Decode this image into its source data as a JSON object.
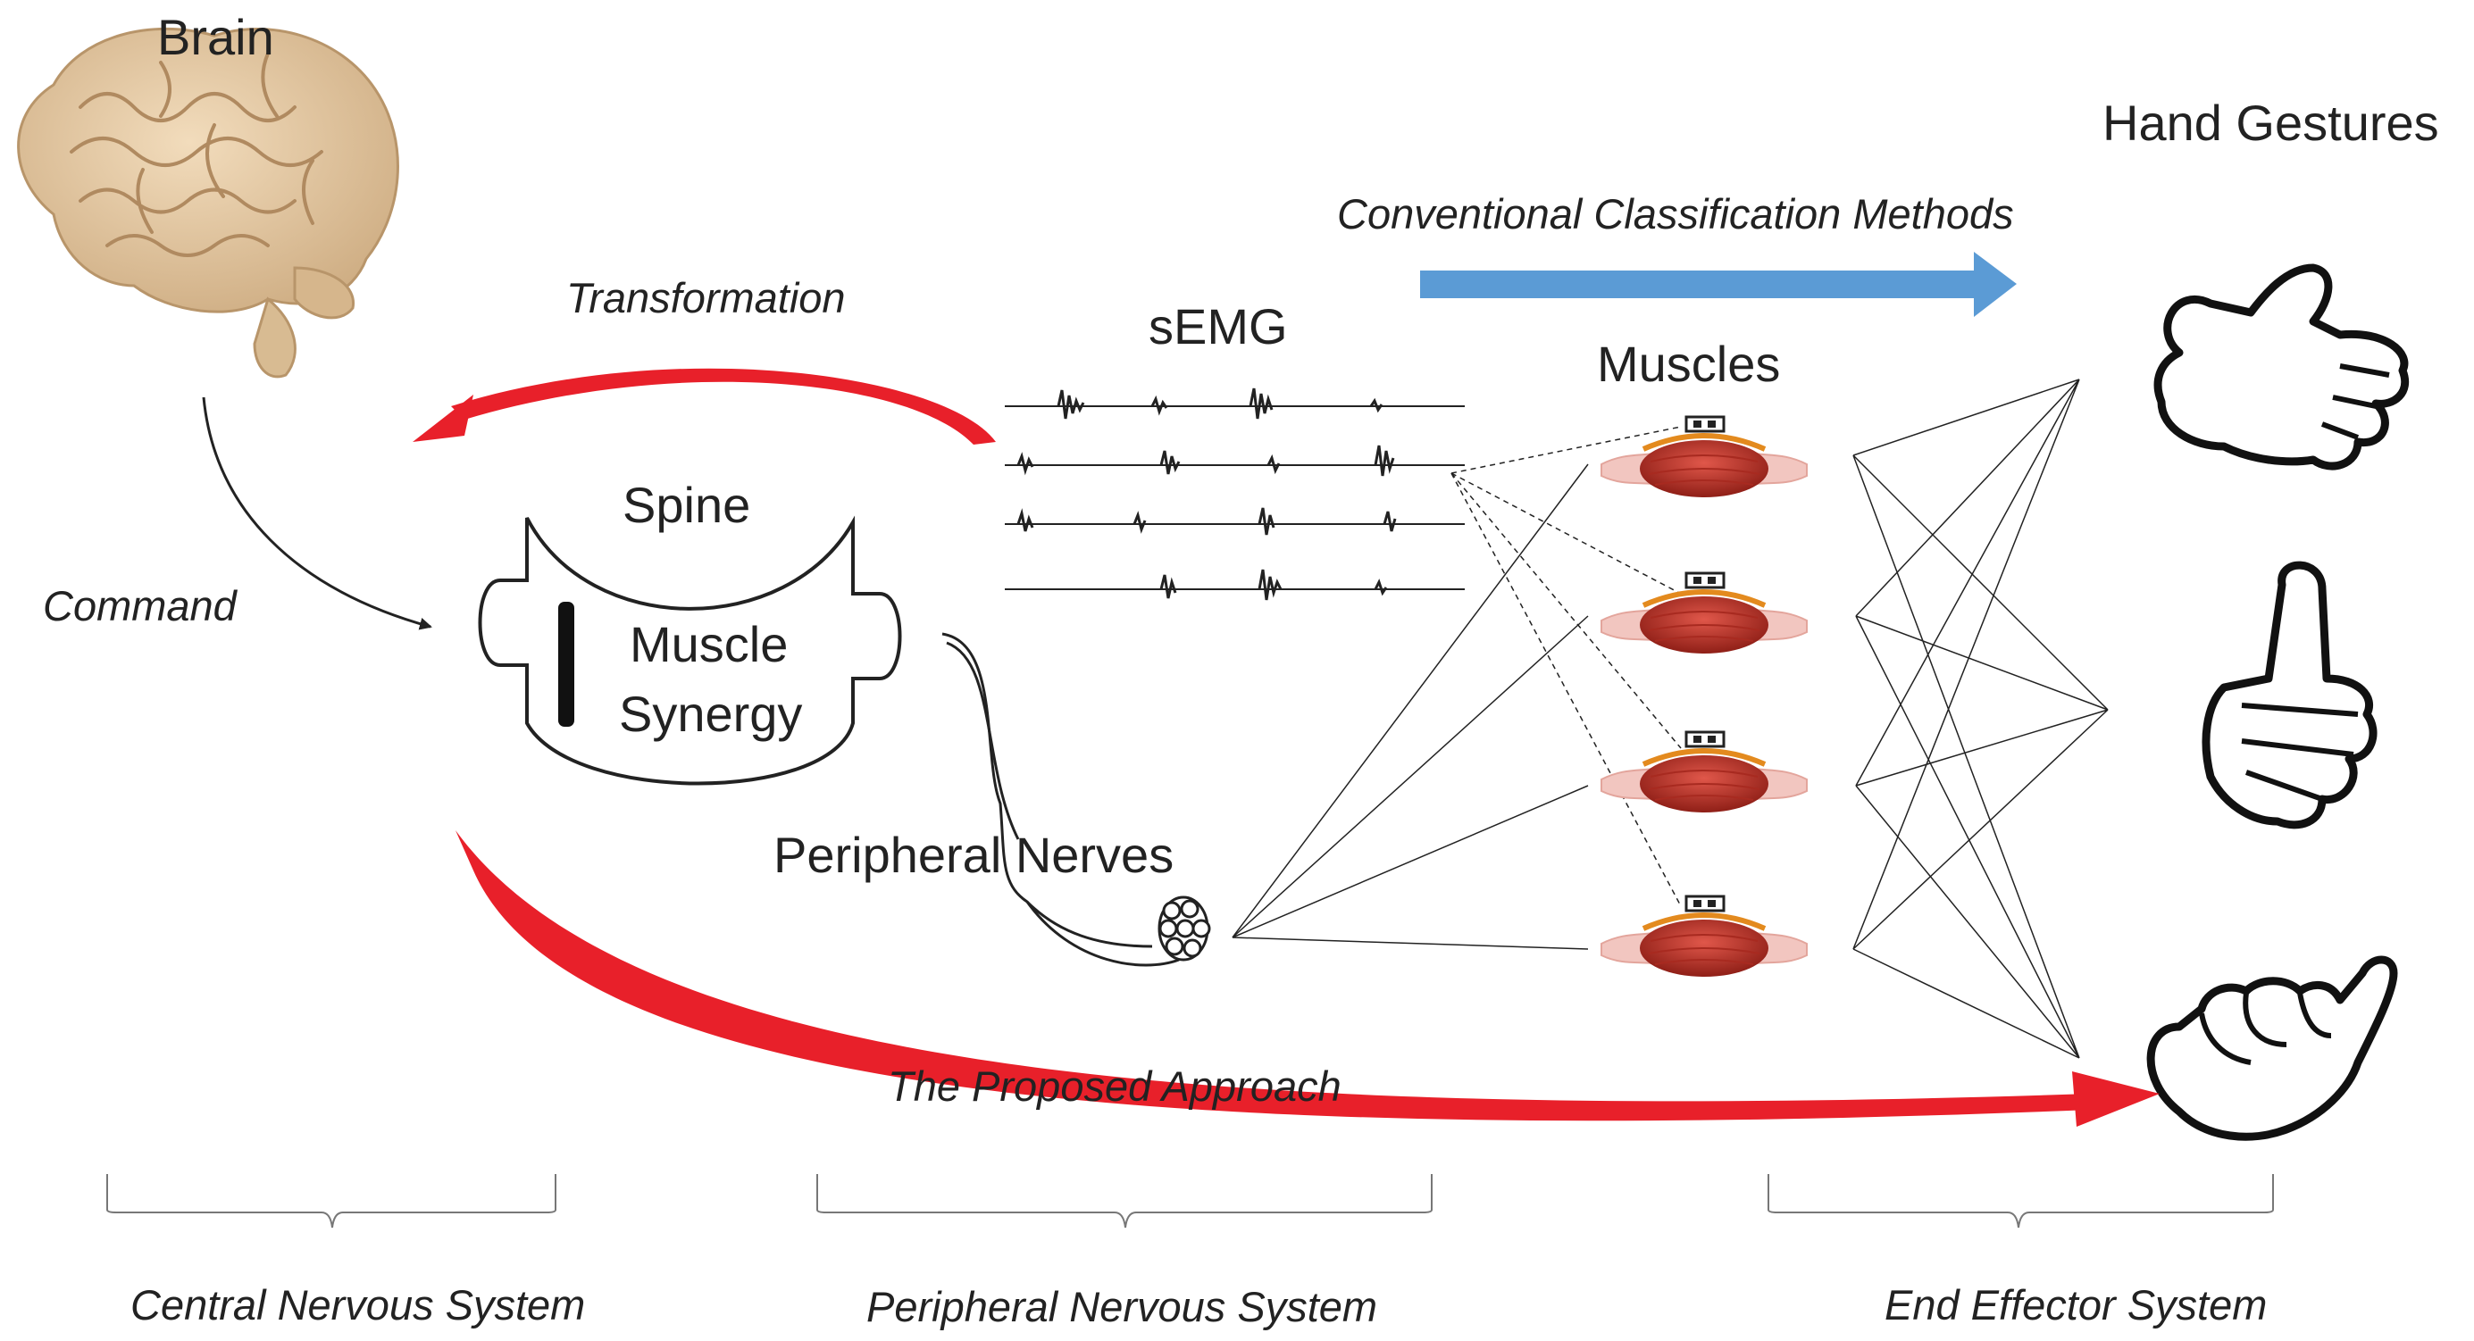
{
  "labels": {
    "brain": "Brain",
    "hand_gestures": "Hand Gestures",
    "conventional": "Conventional Classification Methods",
    "transformation": "Transformation",
    "semg": "sEMG",
    "muscles": "Muscles",
    "spine": "Spine",
    "muscle": "Muscle",
    "synergy": "Synergy",
    "command": "Command",
    "peripheral_nerves": "Peripheral Nerves",
    "proposed": "The Proposed Approach"
  },
  "groups": {
    "central": "Central Nervous System",
    "peripheral": "Peripheral Nervous System",
    "end_effector": "End Effector System"
  },
  "colors": {
    "proposed_arrow": "#e8202a",
    "conventional_arrow": "#5b9bd5",
    "brain": "#e8cfa8",
    "muscle": "#c0392b",
    "line": "#222222"
  }
}
